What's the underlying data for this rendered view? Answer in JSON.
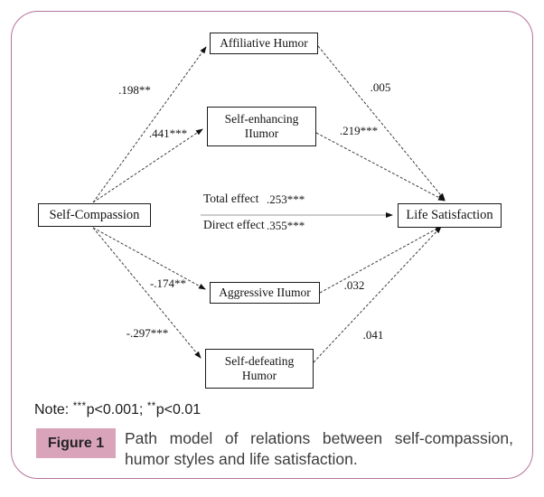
{
  "figure": {
    "frame_border_color": "#b5739e"
  },
  "diagram": {
    "nodes": {
      "self_compassion": "Self-Compassion",
      "affiliative": "Affiliative Humor",
      "self_enhancing_line1": "Self-enhancing",
      "self_enhancing_line2": "IIumor",
      "aggressive": "Aggressive IIumor",
      "self_defeating_line1": "Self-defeating",
      "self_defeating_line2": "Humor",
      "life_satisfaction": "Life Satisfaction"
    },
    "path_coefficients": {
      "sc_to_affiliative": ".198**",
      "sc_to_self_enhancing": ".441***",
      "sc_to_aggressive": "-.174**",
      "sc_to_self_defeating": "-.297***",
      "affiliative_to_ls": ".005",
      "self_enhancing_to_ls": ".219***",
      "aggressive_to_ls": ".032",
      "self_defeating_to_ls": ".041"
    },
    "effects": {
      "total_label": "Total effect",
      "total_value": ".253***",
      "direct_label": "Direct effect",
      "direct_value": ".355***"
    },
    "line_color": "#3f3f3f",
    "effects_line_color": "#9a9a9a"
  },
  "note": {
    "prefix": "Note: ",
    "sig3_stars": "***",
    "sig3_text": "p<0.001; ",
    "sig2_stars": "**",
    "sig2_text": "p<0.01"
  },
  "caption": {
    "figure_label": "Figure 1",
    "label_bg": "#d9a4ba",
    "text": "Path model of relations between self-compassion, humor styles and life satisfaction."
  }
}
